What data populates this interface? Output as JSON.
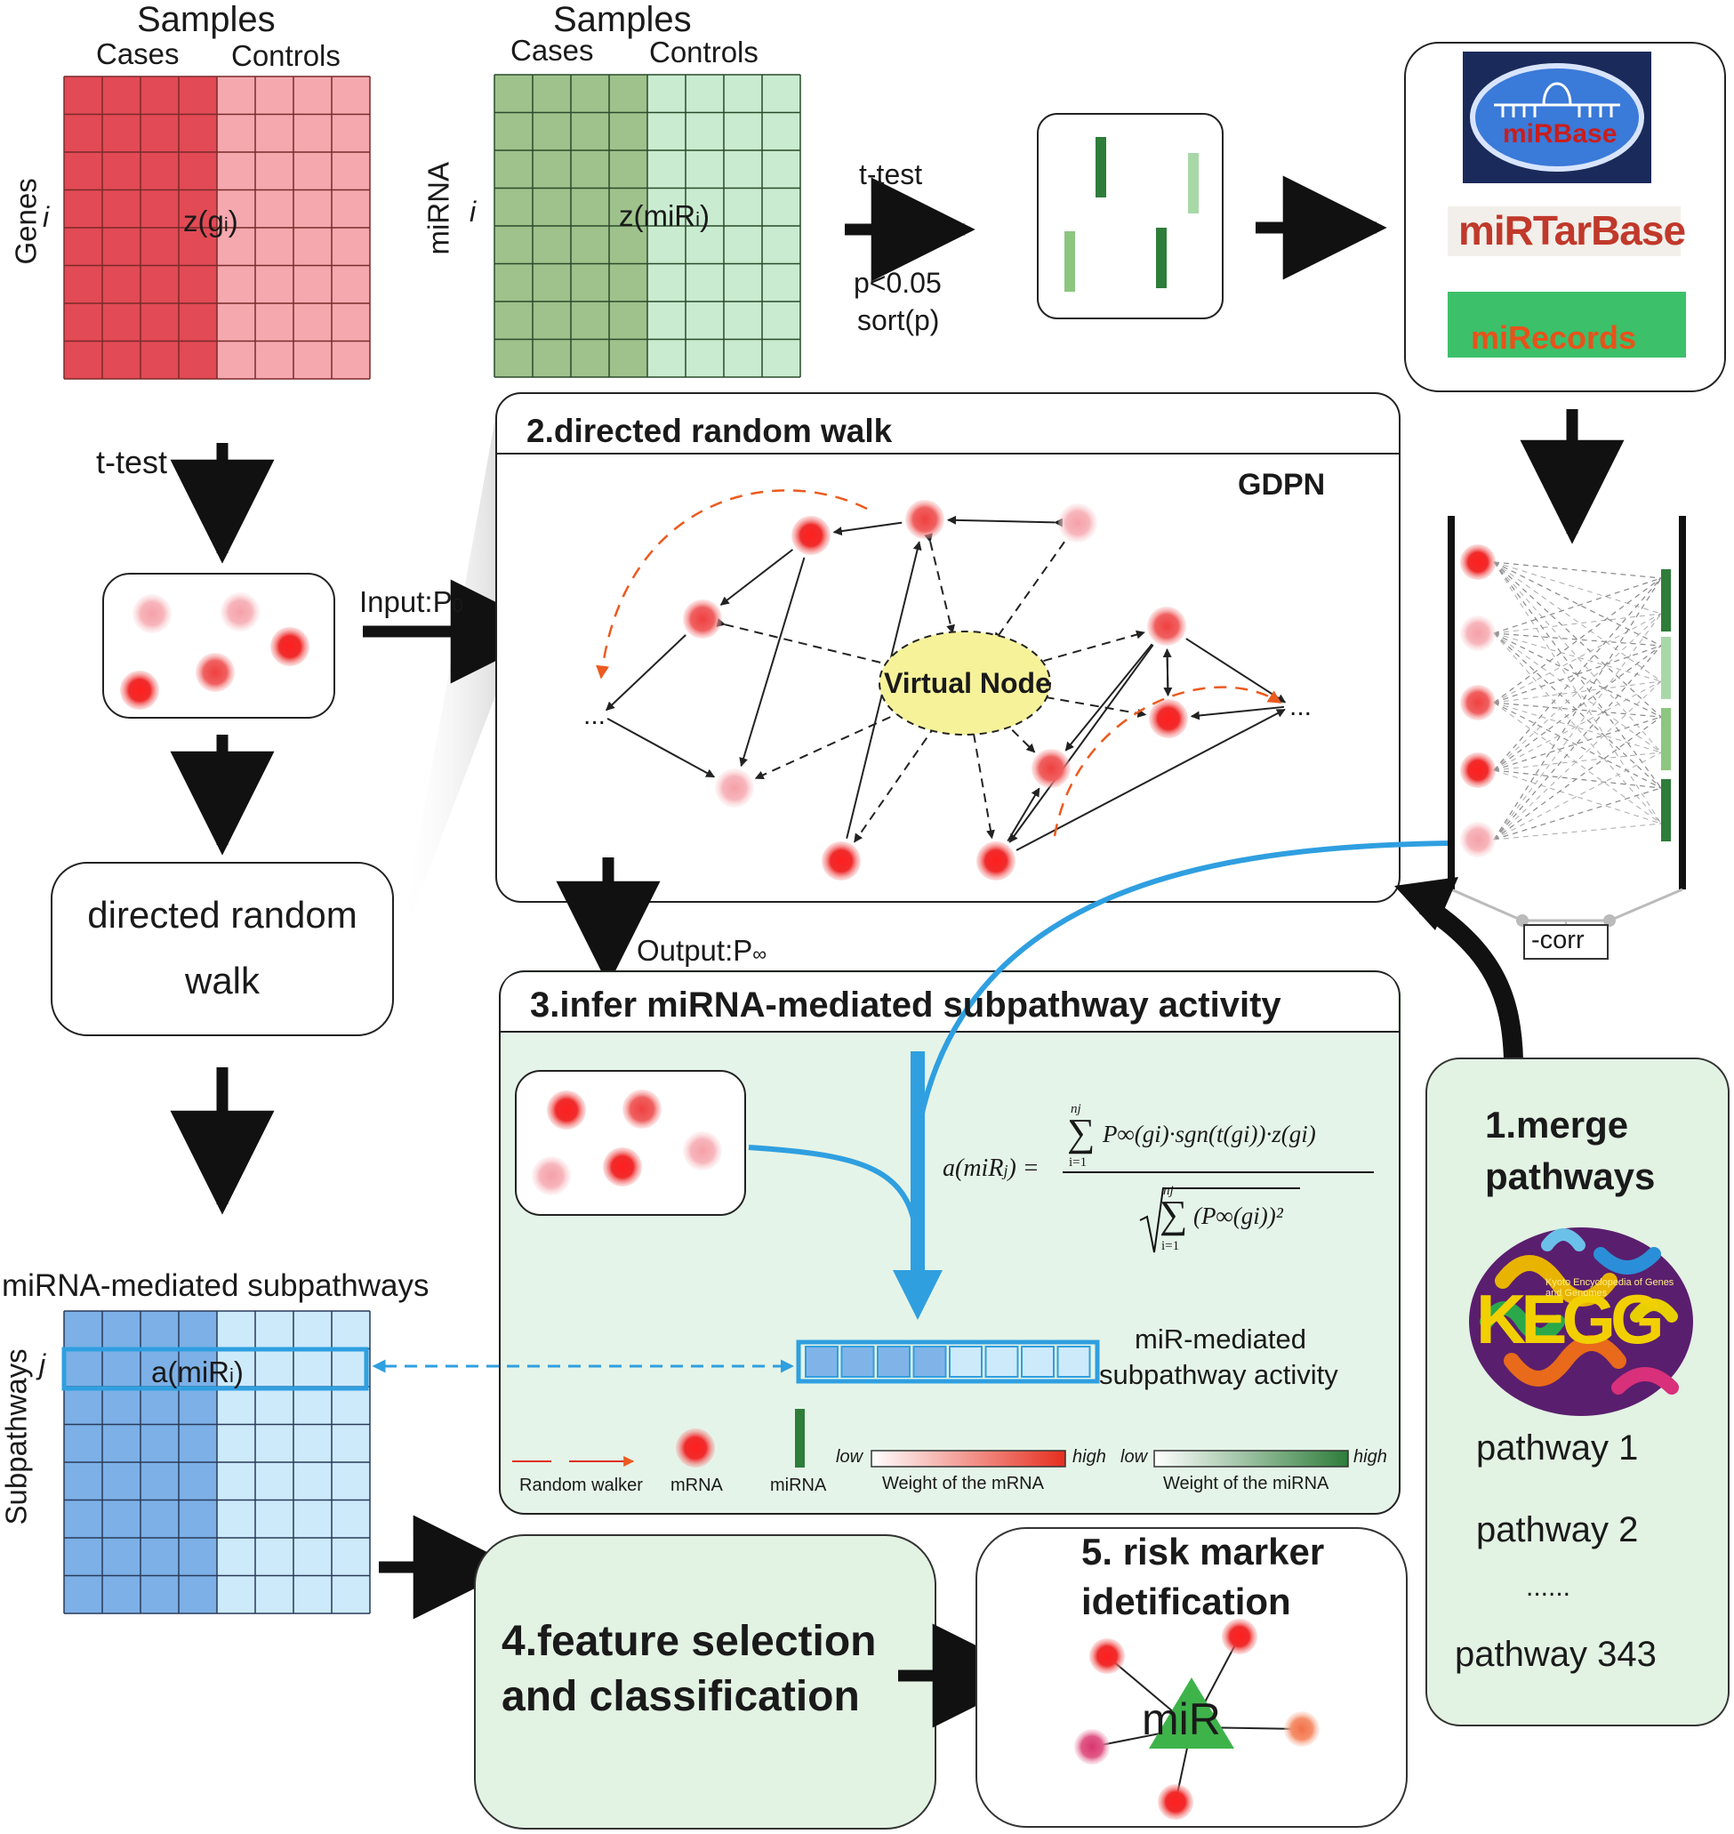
{
  "matrices": {
    "genes": {
      "title": "Samples",
      "cases": "Cases",
      "controls": "Controls",
      "row_axis": "Genes",
      "index": "i",
      "cell": "z(g",
      "cell_sub": "i",
      "cell_close": ")"
    },
    "mirna": {
      "title": "Samples",
      "cases": "Cases",
      "controls": "Controls",
      "row_axis": "miRNA",
      "index": "i",
      "cell": "z(miR",
      "cell_sub": "i",
      "cell_close": ")"
    },
    "subpathways": {
      "title": "miRNA-mediated subpathways",
      "row_axis": "Subpathways",
      "index": "j",
      "cell": "a(miR",
      "cell_sub": "i",
      "cell_close": ")"
    }
  },
  "top_flow": {
    "ttest": "t-test",
    "pval": "p<0.05",
    "sort": "sort(p)"
  },
  "databases": [
    "miRBase",
    "miRTarBase",
    "miRecords"
  ],
  "corr_label": "-corr",
  "left_flow": {
    "ttest": "t-test",
    "drw_line1": "directed random",
    "drw_line2": "walk",
    "input": "Input:P",
    "input_sub": "0",
    "output": "Output:P",
    "output_sub": "∞"
  },
  "panel2": {
    "title": "2.directed random walk",
    "network": "GDPN",
    "virtual_node": "Virtual Node",
    "ellipsis": "..."
  },
  "panel3": {
    "title": "3.infer miRNA-mediated  subpathway  activity",
    "formula_lhs": "a(miR",
    "formula_lhs_sub": "j",
    "formula_lhs_close": ") =",
    "numerator": "P∞(gi)·sgn(t(gi))·z(gi)",
    "denominator": "(P∞(gi))²",
    "sum_upper": "nj",
    "sum_lower": "i=1",
    "activity_line1": "miR-mediated",
    "activity_line2": "subpathway activity"
  },
  "legend": {
    "random_walker": "Random walker",
    "mrna": "mRNA",
    "mirna": "miRNA",
    "low": "low",
    "high": "high",
    "weight_mrna": "Weight of the mRNA",
    "weight_mirna": "Weight of the miRNA"
  },
  "panel1": {
    "title_line1": "1.merge",
    "title_line2": "pathways",
    "kegg": "KEGG",
    "kegg_sub": "Kyoto Encyclopedia of Genes and Genomes",
    "items": [
      "pathway 1",
      "pathway 2",
      "......",
      "pathway 343"
    ]
  },
  "panel4": {
    "line1": "4.feature selection",
    "line2": "and classification"
  },
  "panel5": {
    "line1": "5. risk marker",
    "line2": "idetification",
    "center": "miR"
  },
  "colors": {
    "red": "#e83030",
    "pink": "#f4a8ad",
    "green_dark": "#2e7d3a",
    "green_light": "#a9d8a8",
    "blue": "#2f9fe0",
    "blue_light": "#cdeafb",
    "orange": "#ec5a1e"
  }
}
